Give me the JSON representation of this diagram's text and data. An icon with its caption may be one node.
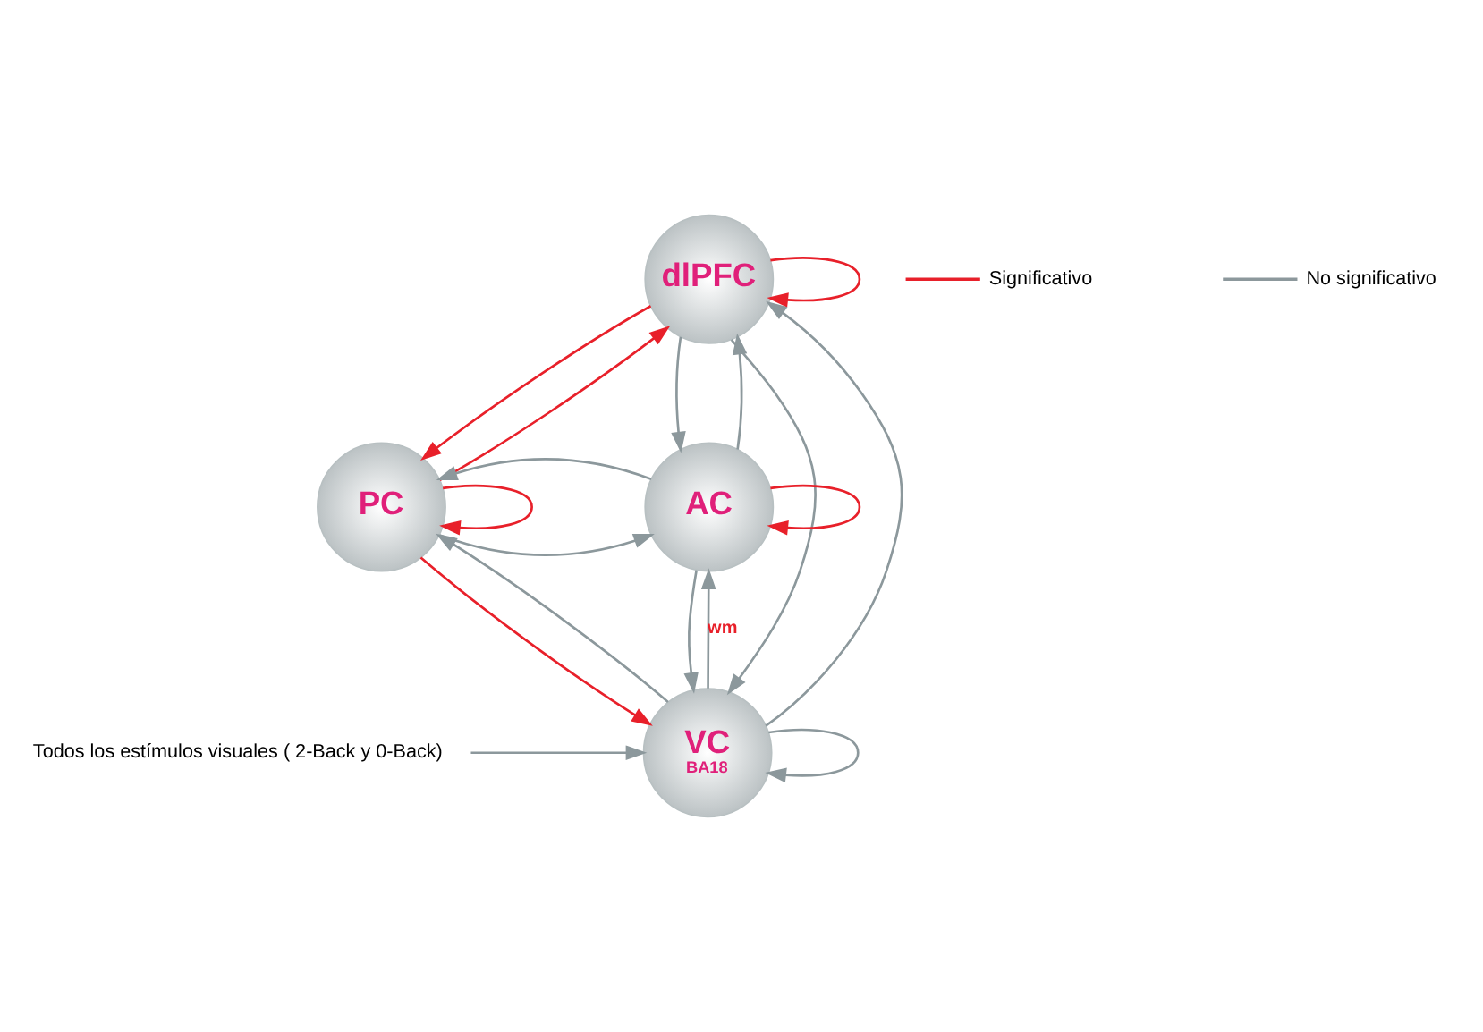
{
  "diagram": {
    "nodes": [
      {
        "text": [
          "dlPFC"
        ]
      },
      {
        "text": [
          "PC"
        ]
      },
      {
        "text": [
          "AC"
        ]
      },
      {
        "text": [
          "Todos los estímulos visuales ( 2-Back y 0-Back)"
        ]
      },
      {
        "text": [
          "VC",
          "BA18"
        ]
      }
    ],
    "edges": [
      {
        "from": 0,
        "to": 0,
        "arrow": "to",
        "color": "#e8202a"
      },
      {
        "from": 1,
        "to": 1,
        "arrow": "to",
        "color": "#e8202a"
      },
      {
        "from": 2,
        "to": 2,
        "arrow": "to",
        "color": "#e8202a"
      },
      {
        "from": 4,
        "to": 4,
        "arrow": "to"
      },
      {
        "from": 1,
        "to": 0,
        "arrow": "to",
        "color": "#e8202a"
      },
      {
        "from": 0,
        "to": 1,
        "arrow": "to",
        "color": "#e8202a"
      },
      {
        "from": 1,
        "to": 4,
        "arrow": "to",
        "color": "#e8202a"
      },
      {
        "from": 4,
        "to": 1,
        "arrow": "to"
      },
      {
        "from": 0,
        "to": 4,
        "arrow": "to"
      },
      {
        "from": 4,
        "to": 0,
        "arrow": "to"
      },
      {
        "from": 0,
        "to": 2,
        "arrow": "to"
      },
      {
        "from": 2,
        "to": 0,
        "arrow": "to"
      },
      {
        "from": 1,
        "to": 2,
        "arrow": "to"
      },
      {
        "from": 2,
        "to": 1,
        "arrow": "to"
      },
      {
        "from": 4,
        "to": 2,
        "label": "wm",
        "arrow": "to"
      },
      {
        "from": 2,
        "to": 4,
        "arrow": "to"
      },
      {
        "from": 3,
        "to": 4,
        "arrow": "to"
      }
    ],
    "legend": [
      {
        "text": "Significativo"
      },
      {
        "text": "No significativo"
      }
    ]
  }
}
